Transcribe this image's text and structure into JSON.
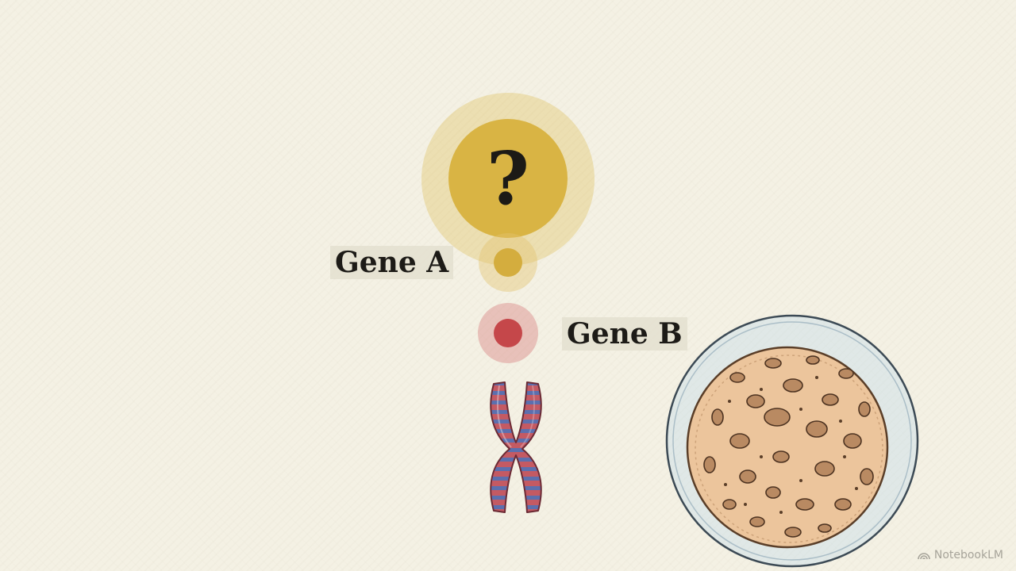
{
  "question": {
    "symbol": "?"
  },
  "genes": {
    "a": {
      "label": "Gene A",
      "color": "#d4ad3e"
    },
    "b": {
      "label": "Gene B",
      "color": "#c5474a"
    }
  },
  "watermark": {
    "text": "NotebookLM",
    "icon": "notebooklm-logo-icon"
  },
  "colors": {
    "background": "#f4f1e4",
    "question_circle": "#d9b444",
    "chromosome_red": "#c45a63",
    "chromosome_blue": "#5c6fae",
    "cell_body": "#ecc59c"
  }
}
